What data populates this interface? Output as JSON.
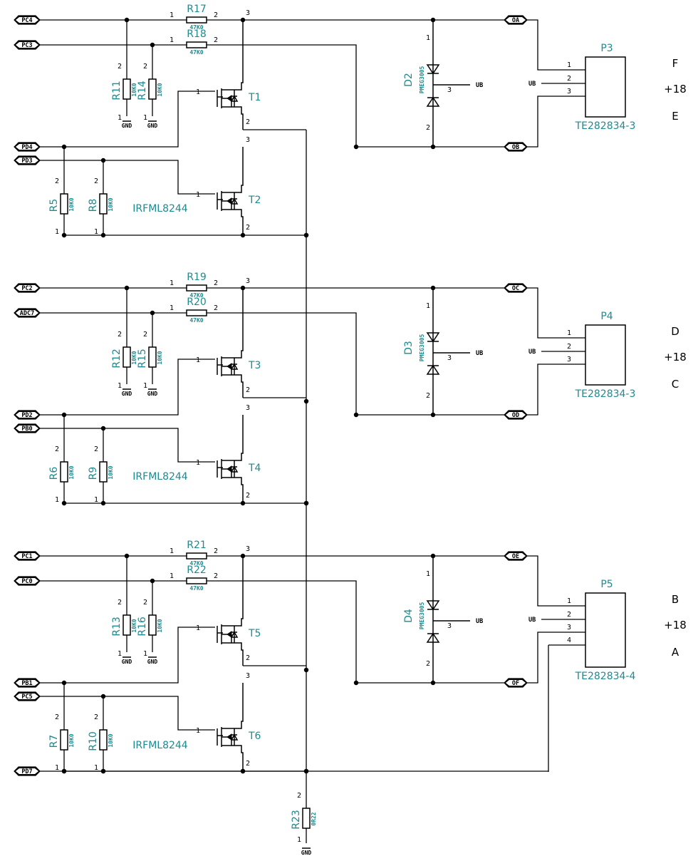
{
  "colors": {
    "wire": "#000000",
    "designator": "#1f8a8f",
    "background": "#ffffff"
  },
  "ports_left": [
    "PC4",
    "PC3",
    "PD4",
    "PD3",
    "PC2",
    "ADC7",
    "PD2",
    "PB0",
    "PC1",
    "PC0",
    "PB1",
    "PC5",
    "PD7"
  ],
  "ports_right": [
    "OA",
    "OB",
    "OC",
    "OD",
    "OE",
    "OF"
  ],
  "resistors": [
    {
      "ref": "R17",
      "value": "47K0"
    },
    {
      "ref": "R18",
      "value": "47K0"
    },
    {
      "ref": "R19",
      "value": "47K0"
    },
    {
      "ref": "R20",
      "value": "47K0"
    },
    {
      "ref": "R21",
      "value": "47K0"
    },
    {
      "ref": "R22",
      "value": "47K0"
    },
    {
      "ref": "R11",
      "value": "10K0"
    },
    {
      "ref": "R14",
      "value": "10K0"
    },
    {
      "ref": "R12",
      "value": "10K0"
    },
    {
      "ref": "R15",
      "value": "10K0"
    },
    {
      "ref": "R13",
      "value": "10K0"
    },
    {
      "ref": "R16",
      "value": "10K0"
    },
    {
      "ref": "R5",
      "value": "10K0"
    },
    {
      "ref": "R8",
      "value": "10K0"
    },
    {
      "ref": "R6",
      "value": "10K0"
    },
    {
      "ref": "R9",
      "value": "10K0"
    },
    {
      "ref": "R7",
      "value": "10K0"
    },
    {
      "ref": "R10",
      "value": "10K0"
    },
    {
      "ref": "R23",
      "value": "0R22"
    }
  ],
  "transistors": [
    "T1",
    "T2",
    "T3",
    "T4",
    "T5",
    "T6"
  ],
  "mosfet_part": "IRFML8244",
  "diodes": [
    {
      "ref": "D2",
      "value": "PMEG3005"
    },
    {
      "ref": "D3",
      "value": "PMEG3005"
    },
    {
      "ref": "D4",
      "value": "PMEG3005"
    }
  ],
  "diode_net": "UB",
  "connectors": [
    {
      "ref": "P3",
      "part": "TE282834-3",
      "side_labels": [
        "F",
        "+18",
        "E"
      ]
    },
    {
      "ref": "P4",
      "part": "TE282834-3",
      "side_labels": [
        "D",
        "+18",
        "C"
      ]
    },
    {
      "ref": "P5",
      "part": "TE282834-4",
      "side_labels": [
        "B",
        "+18",
        "A"
      ]
    }
  ],
  "gnd_label": "GND",
  "pin_numbers": [
    "1",
    "2",
    "3",
    "4"
  ]
}
